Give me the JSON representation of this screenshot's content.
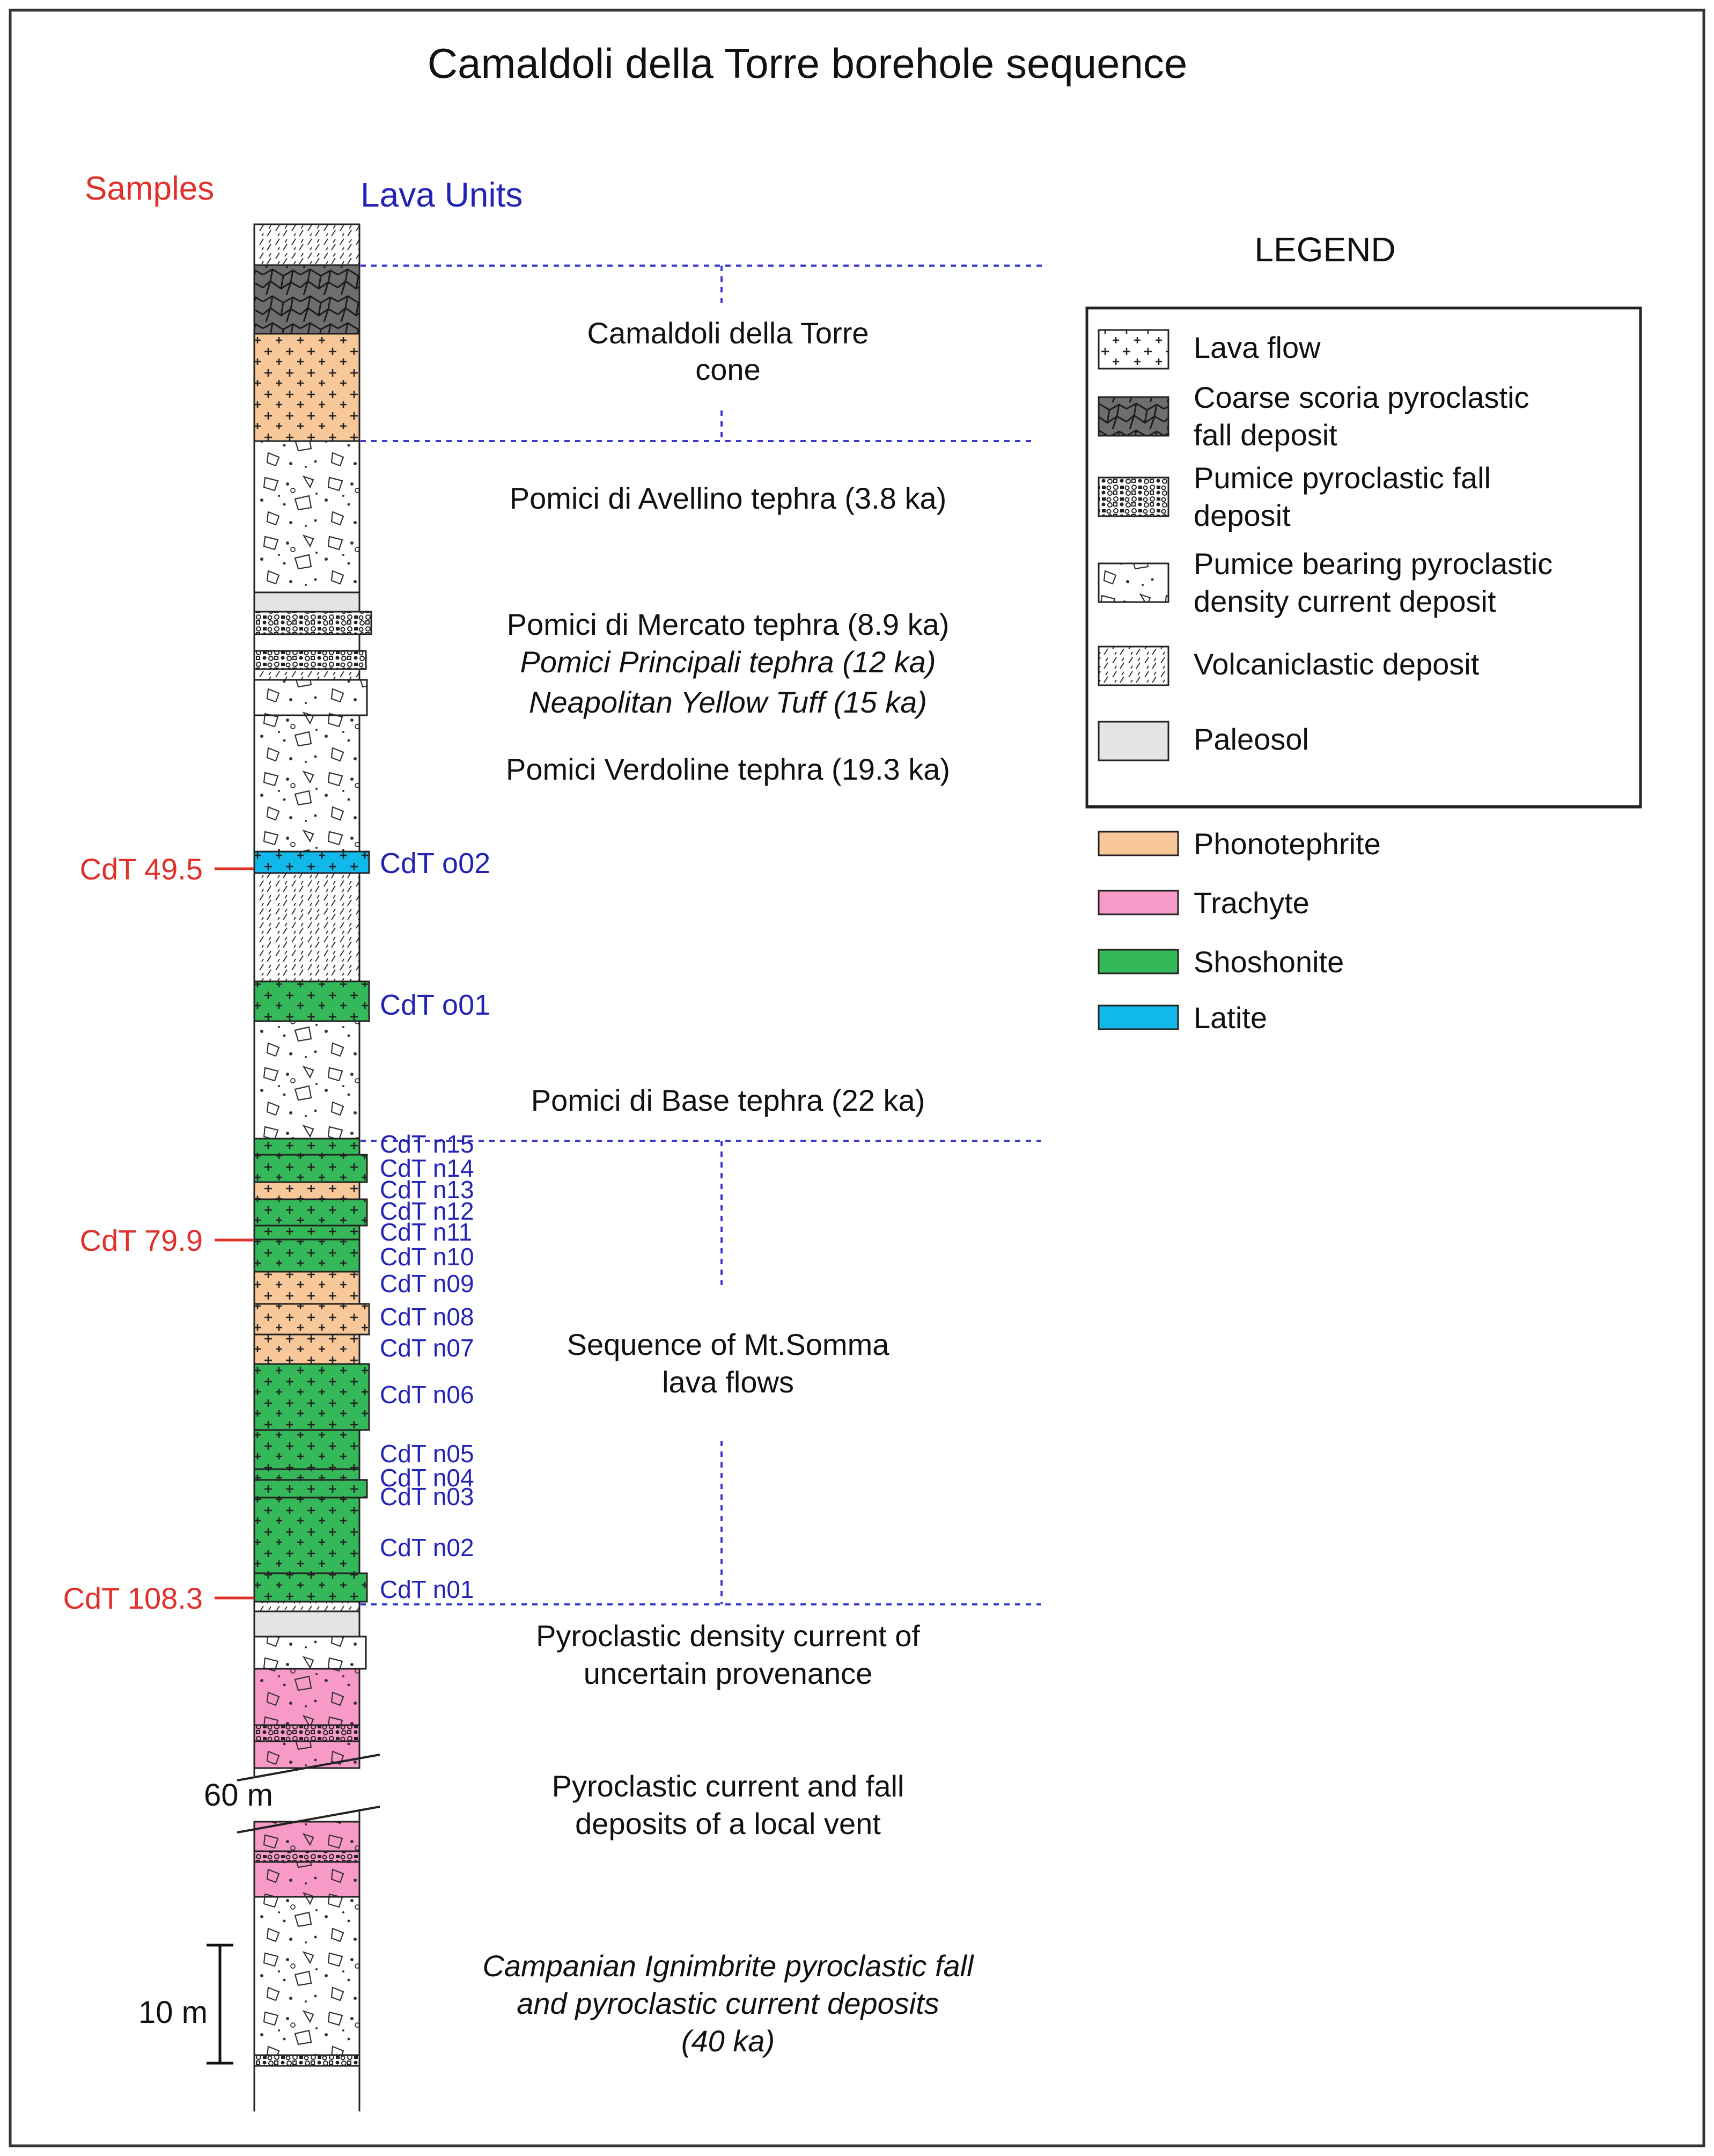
{
  "title": "Camaldoli della Torre borehole sequence",
  "headers": {
    "samples": "Samples",
    "lava_units": "Lava Units"
  },
  "colors": {
    "phonotephrite": "#f8c89a",
    "trachyte": "#f79ac8",
    "shoshonite": "#34b85a",
    "latite": "#11b8ea",
    "paleosol": "#e4e4e4",
    "scoria": "#6e6e6e",
    "sample_red": "#e0302a",
    "unit_blue": "#2323b4",
    "guide_blue": "#3a3ac8"
  },
  "units": [
    {
      "label": "Camaldoli della Torre",
      "label2": "cone",
      "italic": false
    },
    {
      "label": "Pomici di Avellino tephra (3.8 ka)",
      "italic": false
    },
    {
      "label": "Pomici di Mercato tephra (8.9 ka)",
      "italic": false
    },
    {
      "label": "Pomici Principali tephra (12 ka)",
      "italic": true
    },
    {
      "label": "Neapolitan Yellow Tuff (15 ka)",
      "italic": true
    },
    {
      "label": "Pomici Verdoline tephra (19.3 ka)",
      "italic": false
    },
    {
      "label": "Pomici di Base tephra (22 ka)",
      "italic": false
    },
    {
      "label": "Sequence of Mt.Somma",
      "label2": "lava flows",
      "italic": false
    },
    {
      "label": "Pyroclastic density current of",
      "label2": "uncertain provenance",
      "italic": false
    },
    {
      "label": "Pyroclastic current and fall",
      "label2": "deposits of a local vent",
      "italic": false
    },
    {
      "label": "Campanian Ignimbrite pyroclastic fall",
      "label2": "and pyroclastic current deposits",
      "label3": "(40 ka)",
      "italic": true
    }
  ],
  "lava_units": [
    "CdT o02",
    "CdT o01",
    "CdT n15",
    "CdT n14",
    "CdT n13",
    "CdT n12",
    "CdT n11",
    "CdT n10",
    "CdT n09",
    "CdT n08",
    "CdT n07",
    "CdT n06",
    "CdT n05",
    "CdT n04",
    "CdT n03",
    "CdT n02",
    "CdT n01"
  ],
  "samples": [
    "CdT 49.5",
    "CdT 79.9",
    "CdT 108.3"
  ],
  "scale": {
    "depth_label": "60 m",
    "bar_label": "10 m"
  },
  "legend": {
    "title": "LEGEND",
    "lithology": [
      {
        "label": "Lava flow",
        "pattern": "lava"
      },
      {
        "label": "Coarse scoria pyroclastic",
        "label2": "fall deposit",
        "pattern": "scoria"
      },
      {
        "label": "Pumice  pyroclastic fall",
        "label2": "deposit",
        "pattern": "pumicefall"
      },
      {
        "label": "Pumice bearing pyroclastic",
        "label2": "density current deposit",
        "pattern": "pdc"
      },
      {
        "label": "Volcaniclastic deposit",
        "pattern": "volc"
      },
      {
        "label": "Paleosol",
        "pattern": "paleosol"
      }
    ],
    "composition": [
      {
        "label": "Phonotephrite",
        "color": "#f8c89a"
      },
      {
        "label": "Trachyte",
        "color": "#f79ac8"
      },
      {
        "label": "Shoshonite",
        "color": "#34b85a"
      },
      {
        "label": "Latite",
        "color": "#11b8ea"
      }
    ]
  }
}
